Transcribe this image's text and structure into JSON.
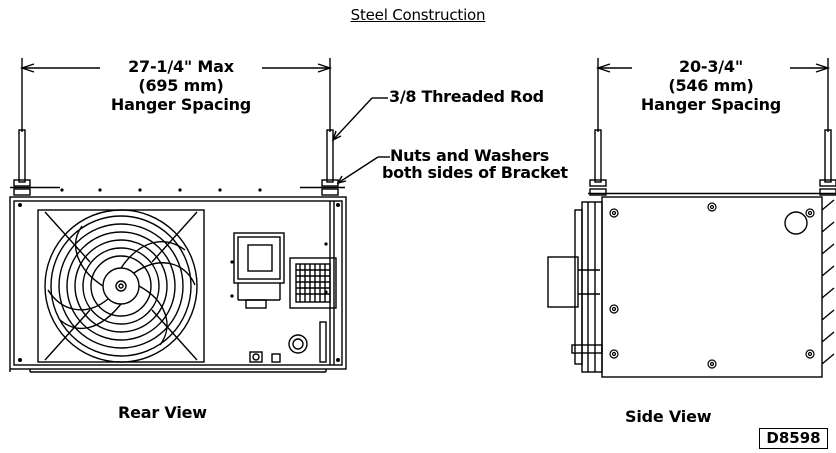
{
  "title": "Steel Construction",
  "rear_dimension": {
    "line1": "27-1/4\" Max",
    "line2": "(695 mm)",
    "line3": "Hanger Spacing"
  },
  "side_dimension": {
    "line1": "20-3/4\"",
    "line2": "(546 mm)",
    "line3": "Hanger Spacing"
  },
  "callouts": {
    "rod": "3/8 Threaded Rod",
    "nuts_line1": "Nuts and Washers",
    "nuts_line2": "both sides of Bracket"
  },
  "views": {
    "rear": "Rear View",
    "side": "Side View"
  },
  "drawing_number": "D8598"
}
